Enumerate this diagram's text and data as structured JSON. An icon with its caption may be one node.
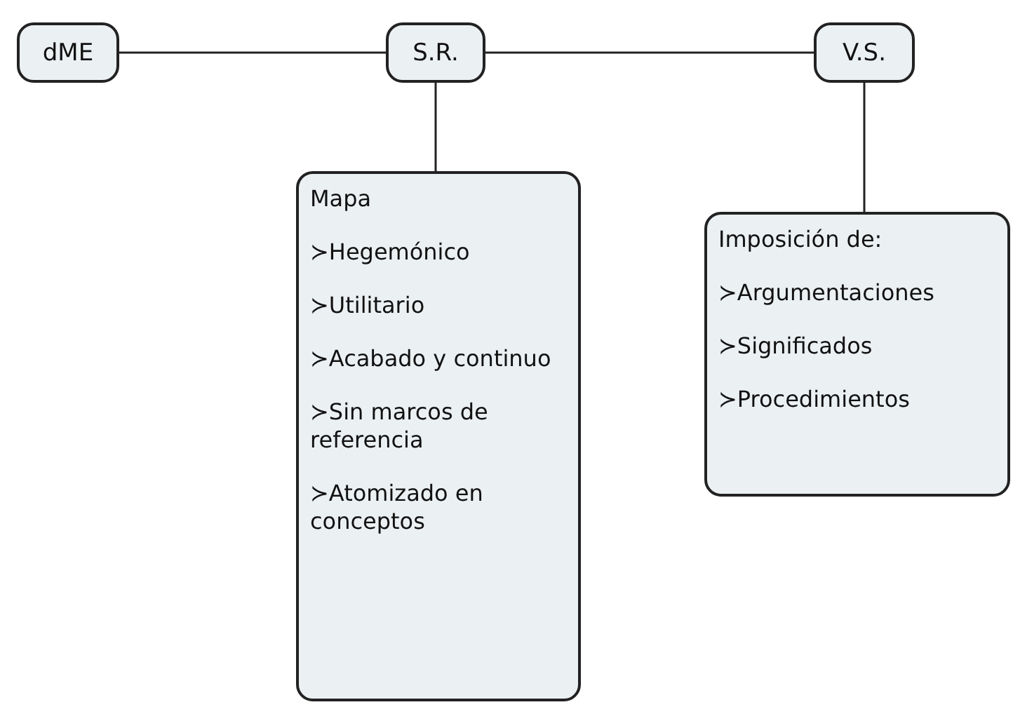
{
  "diagram": {
    "nodes": [
      {
        "text": [
          "dME"
        ]
      },
      {
        "text": [
          "S.R."
        ]
      },
      {
        "text": [
          "V.S."
        ]
      },
      {
        "text": [
          "Mapa",
          "≻Hegemónico",
          "≻Utilitario",
          "≻Acabado y continuo",
          "≻Sin marcos de referencia",
          "≻Atomizado en conceptos"
        ]
      },
      {
        "text": [
          "Imposición de:",
          "≻Argumentaciones",
          "≻Significados",
          "≻Procedimientos"
        ]
      }
    ],
    "edges": [
      {
        "from": 0,
        "to": 1,
        "arrow": "none"
      },
      {
        "from": 1,
        "to": 2,
        "arrow": "none"
      },
      {
        "from": 1,
        "to": 3,
        "arrow": "none"
      },
      {
        "from": 2,
        "to": 4,
        "arrow": "none"
      }
    ]
  }
}
